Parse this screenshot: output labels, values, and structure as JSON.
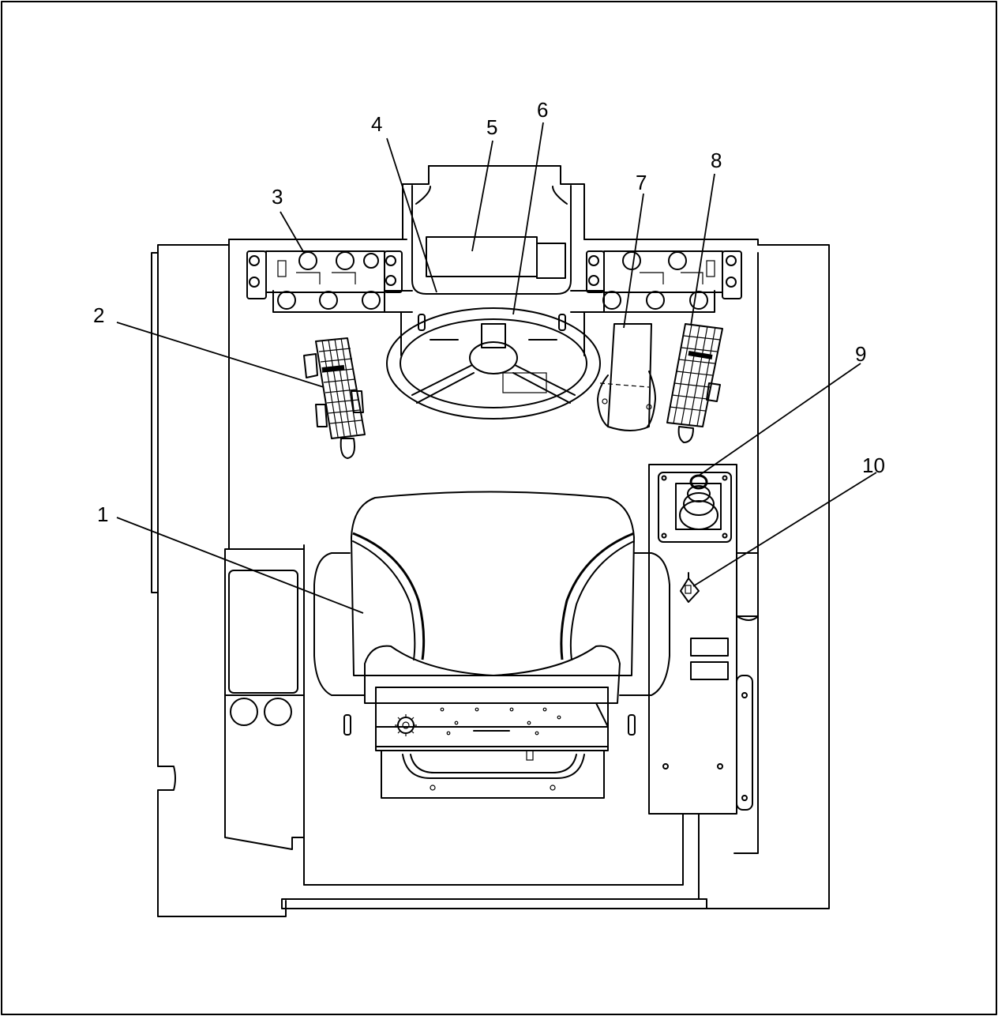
{
  "diagram": {
    "callouts": [
      {
        "id": "1",
        "text": "1"
      },
      {
        "id": "2",
        "text": "2"
      },
      {
        "id": "3",
        "text": "3"
      },
      {
        "id": "4",
        "text": "4"
      },
      {
        "id": "5",
        "text": "5"
      },
      {
        "id": "6",
        "text": "6"
      },
      {
        "id": "7",
        "text": "7"
      },
      {
        "id": "8",
        "text": "8"
      },
      {
        "id": "9",
        "text": "9"
      },
      {
        "id": "10",
        "text": "10"
      }
    ],
    "colors": {
      "line": "#000000",
      "background": "#ffffff"
    }
  }
}
